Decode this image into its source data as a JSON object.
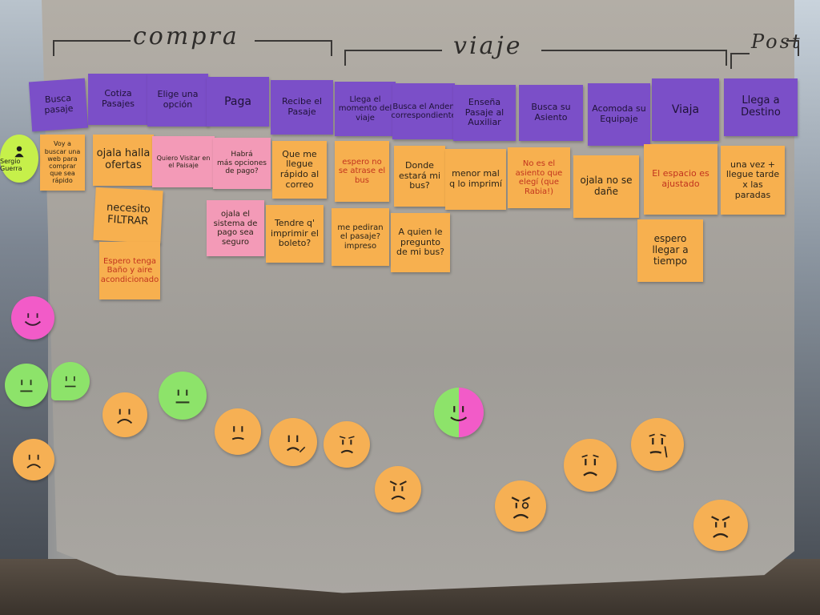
{
  "phases": {
    "compra": "compra",
    "viaje": "viaje",
    "post": "Post"
  },
  "steps": [
    "Busca pasaje",
    "Cotiza Pasajes",
    "Elige una opción",
    "Paga",
    "Recibe el Pasaje",
    "Llega el momento del viaje",
    "Busca el Anden correspondiente",
    "Enseña Pasaje al Auxiliar",
    "Busca su Asiento",
    "Acomoda su Equipaje",
    "Viaja",
    "Llega a Destino"
  ],
  "thoughts": {
    "t1": "Voy a buscar una web para comprar que sea rápido",
    "t2": "ojala halla ofertas",
    "t3": "necesito FILTRAR",
    "t4": "Espero tenga Baño y aire acondicionado",
    "t5": "Quiero Visitar en el Paisaje",
    "t6": "Habrá\nmás opciones de pago?",
    "t7": "ojala el sistema de pago sea seguro",
    "t8": "Que me llegue rápido al correo",
    "t9": "Tendre q' imprimir el boleto?",
    "t10": "espero no se atrase el bus",
    "t11": "me pediran el pasaje? impreso",
    "t12": "Donde estará mi bus?",
    "t13": "A quien le pregunto de mi bus?",
    "t14": "menor mal q lo imprimí",
    "t15": "No es el asiento que elegí (que Rabia!)",
    "t16": "ojala no se dañe",
    "t17": "El espacio es ajustado",
    "t18": "espero llegar a tiempo",
    "t19": "una vez + llegue tarde x las paradas"
  },
  "persona_sticker": "Sergio Guerra",
  "colors": {
    "purple_note": "#7b4fc8",
    "orange_note": "#f7b04f",
    "pink_note": "#f39ab7",
    "orange_face": "#f6b054",
    "green_face": "#8de36a",
    "pink_face": "#f25bc8"
  }
}
